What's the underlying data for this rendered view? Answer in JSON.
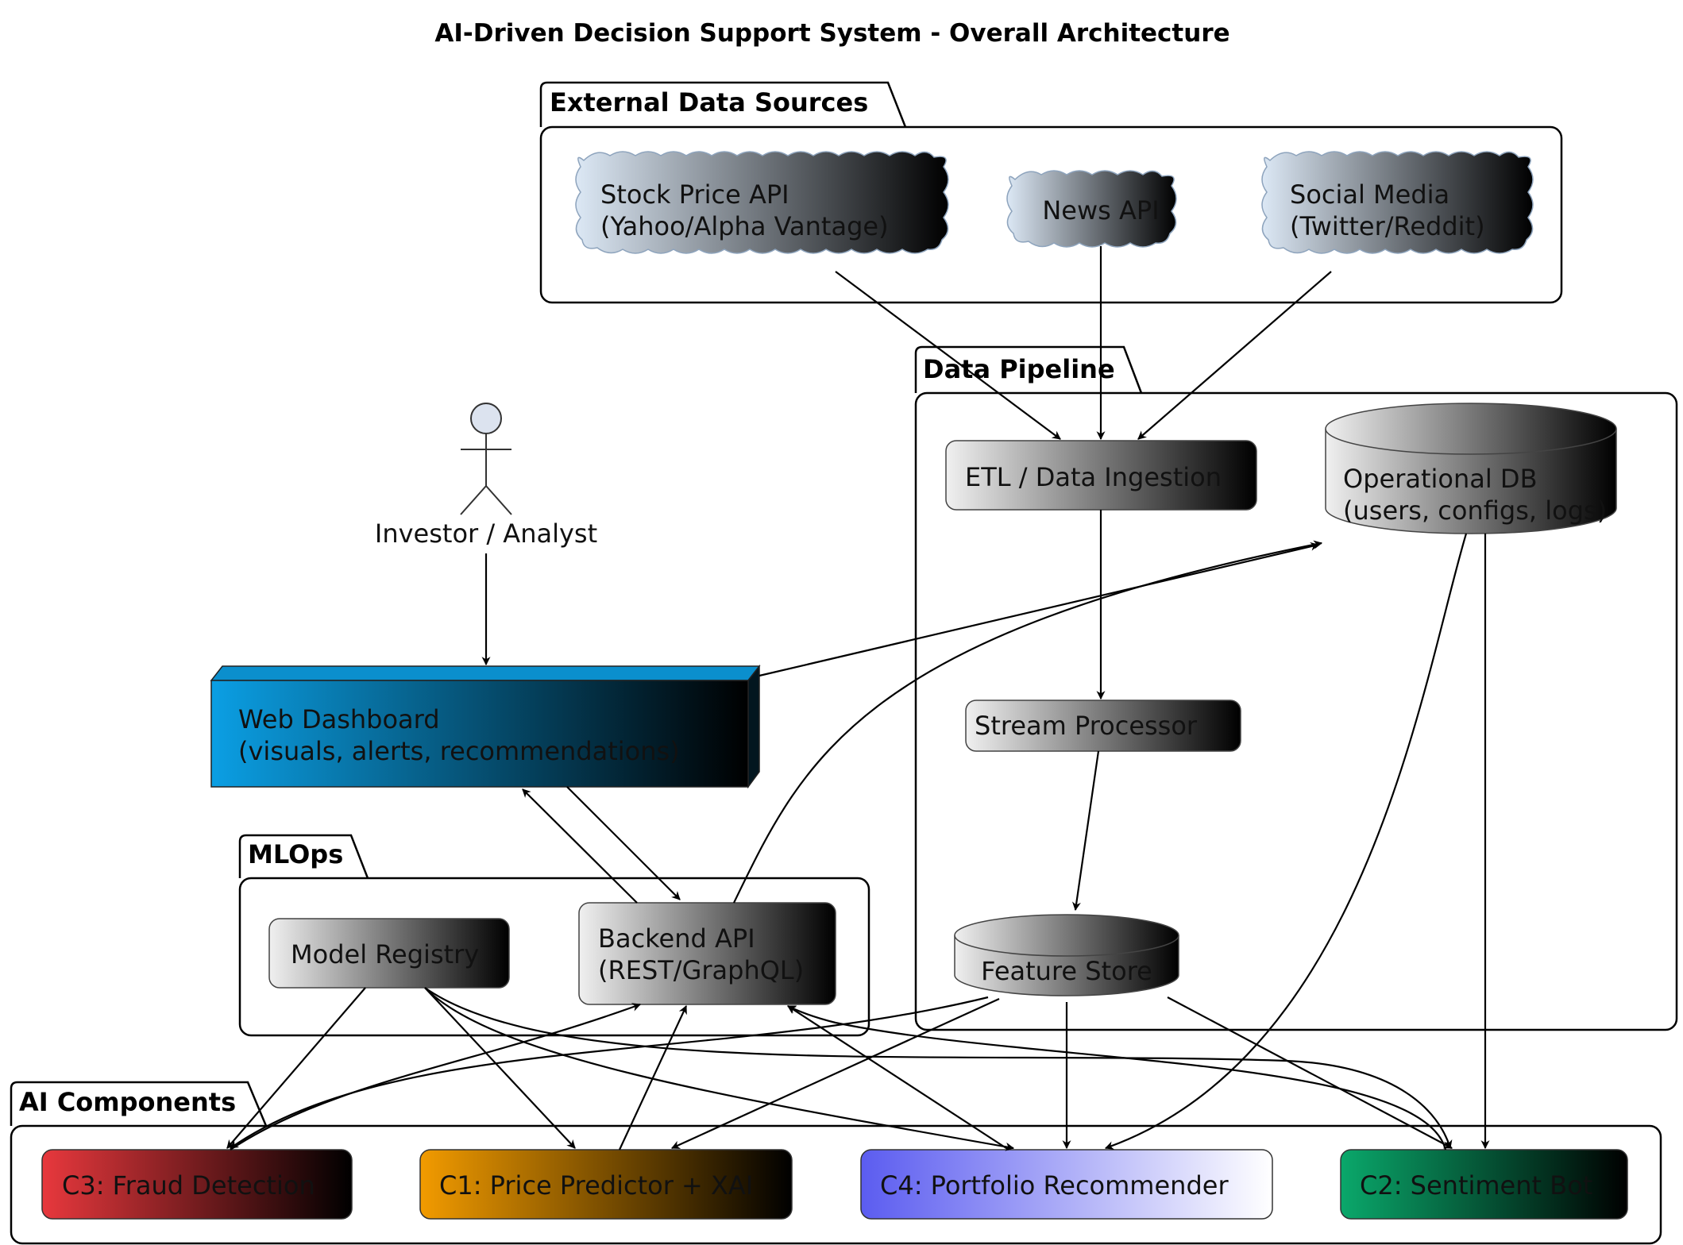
{
  "title": "AI-Driven Decision Support System - Overall Architecture",
  "packages": {
    "external": "External Data Sources",
    "pipeline": "Data Pipeline",
    "mlops": "MLOps",
    "ai": "AI Components"
  },
  "actor": {
    "label": "Investor / Analyst"
  },
  "nodes": {
    "stock_api": [
      "Stock Price API",
      "(Yahoo/Alpha Vantage)"
    ],
    "news_api": [
      "News API"
    ],
    "social_media": [
      "Social Media",
      "(Twitter/Reddit)"
    ],
    "etl": [
      "ETL / Data Ingestion"
    ],
    "operational_db": [
      "Operational DB",
      "(users, configs, logs)"
    ],
    "stream_processor": [
      "Stream Processor"
    ],
    "feature_store": [
      "Feature Store"
    ],
    "web_dashboard": [
      "Web Dashboard",
      "(visuals, alerts, recommendations)"
    ],
    "model_registry": [
      "Model Registry"
    ],
    "backend_api": [
      "Backend API",
      "(REST/GraphQL)"
    ],
    "fraud": [
      "C3: Fraud Detection"
    ],
    "price": [
      "C1: Price Predictor + XAI"
    ],
    "portfolio": [
      "C4: Portfolio Recommender"
    ],
    "sentiment": [
      "C2: Sentiment Bot"
    ]
  },
  "colors": {
    "cloud_start": "#dce8f5",
    "node_start": "#ededed",
    "dashboard_start": "#0b9fe4",
    "fraud_start": "#e8383d",
    "price_start": "#f29b00",
    "portfolio_start": "#5b5cf0",
    "sentiment_start": "#0aa86b",
    "gradient_end": "#000000"
  }
}
